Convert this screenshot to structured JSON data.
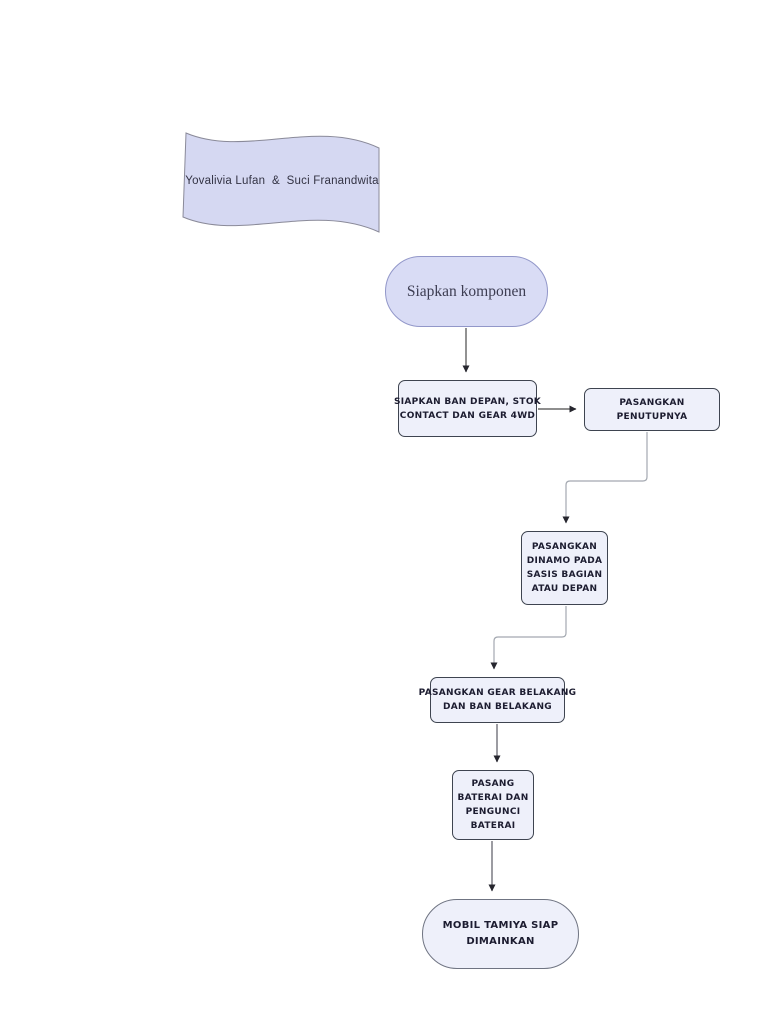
{
  "page": {
    "background": "#ffffff"
  },
  "colors": {
    "flag_fill": "#d5d8f2",
    "flag_stroke": "#8a8a99",
    "terminator_start_fill": "#d9dcf5",
    "terminator_start_border": "#9297c9",
    "process_fill": "#eef0fa",
    "process_border": "#3e4450",
    "connector_dark": "#4a4a4a",
    "connector_light": "#a3a8b0",
    "arrowhead": "#26262e",
    "text_dark": "#1c1c30"
  },
  "flag": {
    "label": "Yovalivia Lufan  &  Suci Franandwita"
  },
  "nodes": {
    "start": {
      "type": "terminator",
      "label": "Siapkan komponen"
    },
    "step1": {
      "type": "process",
      "lines": [
        "SIAPKAN BAN DEPAN, STOK",
        "CONTACT DAN GEAR 4WD"
      ]
    },
    "step2": {
      "type": "process",
      "lines": [
        "PASANGKAN",
        "PENUTUPNYA"
      ]
    },
    "step3": {
      "type": "process",
      "lines": [
        "PASANGKAN",
        "DINAMO PADA",
        "SASIS BAGIAN",
        "ATAU DEPAN"
      ]
    },
    "step4": {
      "type": "process",
      "lines": [
        "PASANGKAN GEAR BELAKANG",
        "DAN BAN BELAKANG"
      ]
    },
    "step5": {
      "type": "process",
      "lines": [
        "PASANG",
        "BATERAI DAN",
        "PENGUNCI",
        "BATERAI"
      ]
    },
    "end": {
      "type": "terminator",
      "lines": [
        "MOBIL TAMIYA SIAP",
        "DIMAINKAN"
      ]
    }
  },
  "connectors": [
    {
      "from": "start",
      "to": "step1",
      "style": "straight-vertical"
    },
    {
      "from": "step1",
      "to": "step2",
      "style": "straight-horizontal"
    },
    {
      "from": "step2",
      "to": "step3",
      "style": "elbow"
    },
    {
      "from": "step3",
      "to": "step4",
      "style": "elbow"
    },
    {
      "from": "step4",
      "to": "step5",
      "style": "straight-vertical"
    },
    {
      "from": "step5",
      "to": "end",
      "style": "straight-vertical"
    }
  ]
}
